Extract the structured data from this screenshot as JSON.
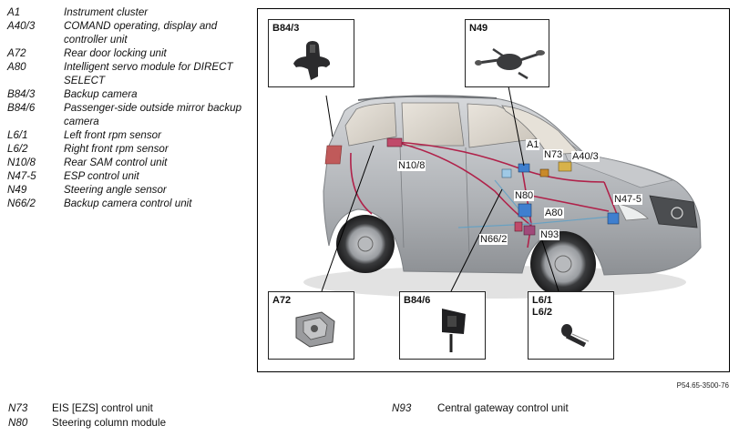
{
  "legend_top": [
    {
      "code": "A1",
      "desc": "Instrument cluster"
    },
    {
      "code": "A40/3",
      "desc": "COMAND operating, display and controller unit"
    },
    {
      "code": "A72",
      "desc": "Rear door locking unit"
    },
    {
      "code": "A80",
      "desc": "Intelligent servo module for DIRECT SELECT"
    },
    {
      "code": "B84/3",
      "desc": "Backup camera"
    },
    {
      "code": "B84/6",
      "desc": "Passenger-side outside mirror backup camera"
    },
    {
      "code": "L6/1",
      "desc": "Left front rpm sensor"
    },
    {
      "code": "L6/2",
      "desc": "Right front rpm sensor"
    },
    {
      "code": "N10/8",
      "desc": "Rear SAM control unit"
    },
    {
      "code": "N47-5",
      "desc": "ESP control unit"
    },
    {
      "code": "N49",
      "desc": "Steering angle sensor"
    },
    {
      "code": "N66/2",
      "desc": "Backup camera control unit"
    }
  ],
  "legend_bottom": [
    {
      "code": "N73",
      "desc": "EIS [EZS] control unit"
    },
    {
      "code": "N80",
      "desc": "Steering column module"
    },
    {
      "code": "N93",
      "desc": "Central gateway control unit"
    }
  ],
  "callouts": {
    "b84_3": "B84/3",
    "n49": "N49",
    "a72": "A72",
    "b84_6": "B84/6",
    "l6": "L6/1\nL6/2"
  },
  "car_labels": {
    "a1": "A1",
    "n73": "N73",
    "a40_3": "A40/3",
    "n10_8": "N10/8",
    "n80": "N80",
    "n47_5": "N47-5",
    "a80": "A80",
    "n66_2": "N66/2",
    "n93": "N93"
  },
  "figure_ref": "P54.65-3500-76",
  "colors": {
    "wiring": "#b0224a",
    "component_blue": "#3f7fcf",
    "car_body": "#b9bcc0"
  }
}
